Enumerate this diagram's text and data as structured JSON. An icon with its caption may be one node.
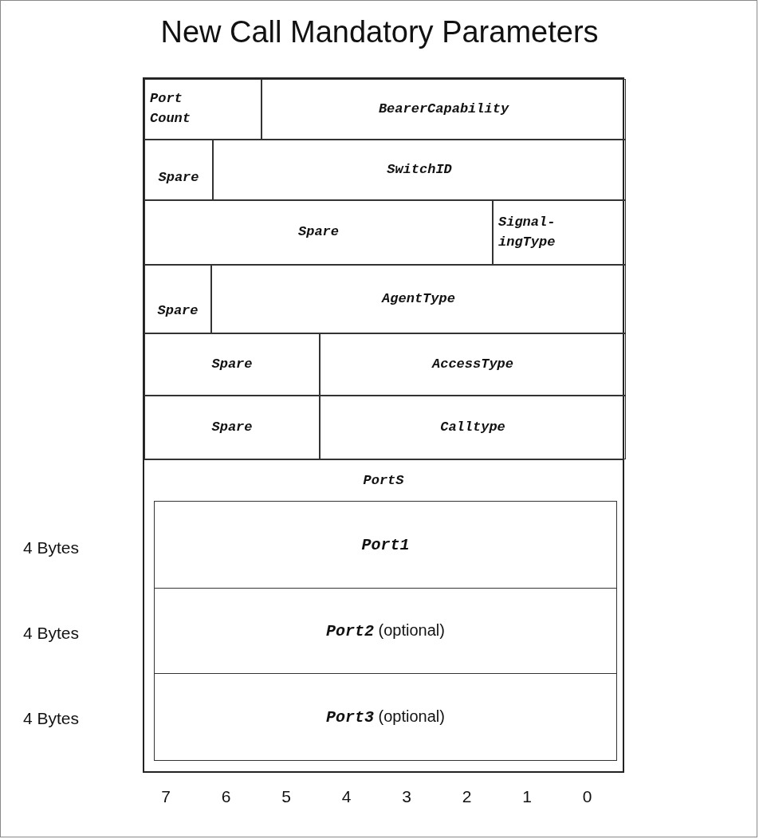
{
  "diagram": {
    "title": "New Call Mandatory Parameters",
    "nodes": [
      {
        "text": [
          "Port Count"
        ]
      },
      {
        "text": [
          "BearerCapability"
        ]
      },
      {
        "text": [
          "Spare"
        ]
      },
      {
        "text": [
          "SwitchID"
        ]
      },
      {
        "text": [
          "Spare"
        ]
      },
      {
        "text": [
          "Signal- ingType"
        ]
      },
      {
        "text": [
          "Spare"
        ]
      },
      {
        "text": [
          "AgentType"
        ]
      },
      {
        "text": [
          "Spare"
        ]
      },
      {
        "text": [
          "AccessType"
        ]
      },
      {
        "text": [
          "Spare"
        ]
      },
      {
        "text": [
          "Calltype"
        ]
      },
      {
        "text": [
          "PortS"
        ]
      },
      {
        "text": [
          "*Port1*"
        ],
        "in": 12
      },
      {
        "text": [
          "*Port2* (optional)"
        ],
        "in": 12
      },
      {
        "text": [
          "*Port3* (optional)"
        ],
        "in": 12
      }
    ],
    "edges": [],
    "labels": [
      "4 Bytes",
      "4 Bytes",
      "4 Bytes",
      "7",
      "6",
      "5",
      "4",
      "3",
      "2",
      "1",
      "0"
    ]
  }
}
